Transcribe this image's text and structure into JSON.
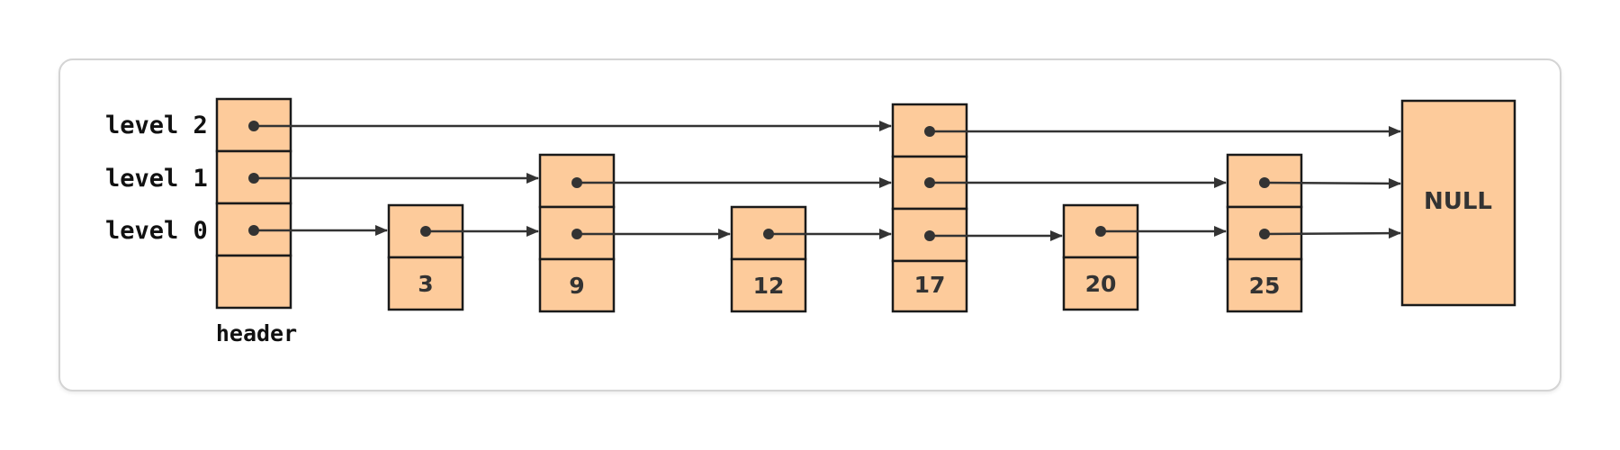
{
  "labels": {
    "level_2": "level 2",
    "level_1": "level 1",
    "level_0": "level 0",
    "header": "header",
    "null": "NULL"
  },
  "nodes": [
    {
      "key": "3",
      "levels": 1
    },
    {
      "key": "9",
      "levels": 2
    },
    {
      "key": "12",
      "levels": 1
    },
    {
      "key": "17",
      "levels": 3
    },
    {
      "key": "20",
      "levels": 1
    },
    {
      "key": "25",
      "levels": 2
    }
  ],
  "colors": {
    "cell_fill": "#fdcb9b",
    "cell_stroke": "#1a1a1a",
    "arrow": "#333333"
  }
}
